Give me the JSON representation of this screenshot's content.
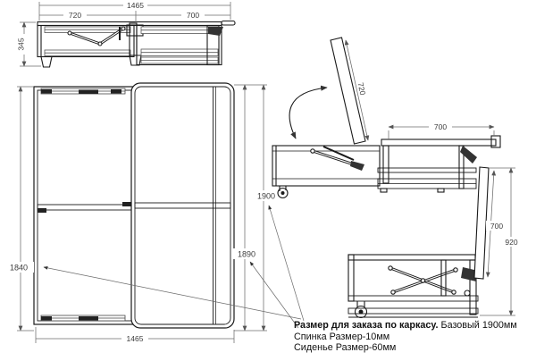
{
  "drawing": {
    "background": "#ffffff",
    "body_line_color": "#1a1a1a",
    "dim_line_color": "#6b6b6b"
  },
  "views": {
    "folded_side": {
      "total_width": "1465",
      "backrest_section": "720",
      "seat_section": "700",
      "height": "345"
    },
    "front": {
      "inner_height": "1840",
      "panel_height": "1890",
      "frame_height": "1900",
      "width": "1465"
    },
    "open_side": {
      "backrest_length": "720",
      "seat_width": "700"
    },
    "upright_side": {
      "panel_length": "700",
      "overall_height": "920"
    }
  },
  "notes": {
    "title_bold": "Размер для заказа по каркасу.",
    "title_rest": " Базовый 1900мм",
    "line2": "Спинка Размер-10мм",
    "line3": "Сиденье Размер-60мм"
  }
}
